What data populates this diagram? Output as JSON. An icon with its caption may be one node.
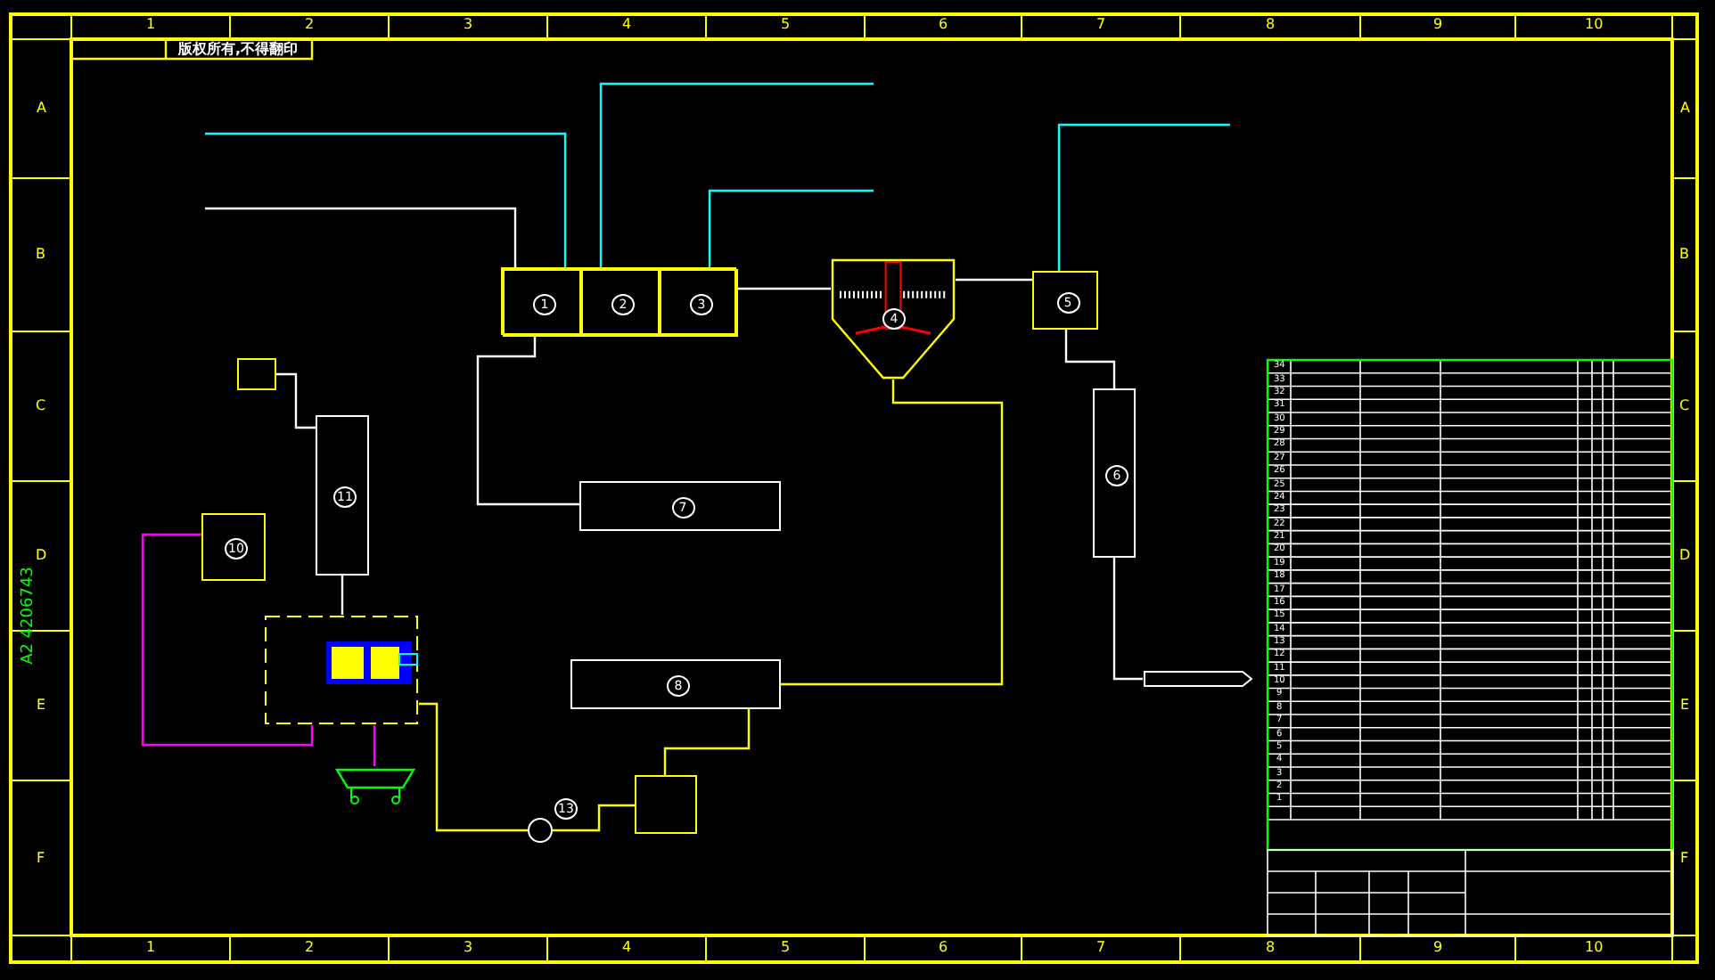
{
  "diagram": {
    "nodes": [
      {
        "text": [],
        "shape": "box"
      },
      {
        "text": [
          "1"
        ],
        "in": 0
      },
      {
        "text": [
          "2"
        ],
        "in": 0
      },
      {
        "text": [
          "3"
        ],
        "in": 0
      },
      {
        "text": [
          "4"
        ]
      },
      {
        "text": [
          "5"
        ]
      },
      {
        "text": [
          "6"
        ]
      },
      {
        "text": [
          "7"
        ]
      },
      {
        "text": [
          "8"
        ]
      },
      {
        "text": [
          "11"
        ]
      },
      {
        "text": [
          "10"
        ]
      },
      {
        "text": [],
        "shape": "picture"
      },
      {
        "text": [],
        "shape": "picture"
      },
      {
        "text": [],
        "shape": "box"
      },
      {
        "text": [
          "13"
        ]
      },
      {
        "text": [],
        "shape": "box"
      },
      {
        "text": [],
        "shape": "box"
      }
    ],
    "edges": [
      {
        "from": null,
        "to": 0,
        "arrow": "none"
      },
      {
        "from": null,
        "to": 1,
        "arrow": "none",
        "color": "#00ffff"
      },
      {
        "from": null,
        "to": 2,
        "arrow": "none",
        "color": "#00ffff"
      },
      {
        "from": null,
        "to": 3,
        "arrow": "none",
        "color": "#00ffff"
      },
      {
        "from": 0,
        "to": 4,
        "arrow": "none"
      },
      {
        "from": 4,
        "to": 5,
        "arrow": "none"
      },
      {
        "from": null,
        "to": 5,
        "arrow": "none",
        "color": "#00ffff"
      },
      {
        "from": 5,
        "to": 6,
        "arrow": "none"
      },
      {
        "from": 6,
        "to": 15,
        "arrow": "none"
      },
      {
        "from": 4,
        "to": 8,
        "arrow": "none",
        "color": "#ffff00"
      },
      {
        "from": 0,
        "to": 7,
        "arrow": "none"
      },
      {
        "from": 9,
        "to": 11,
        "arrow": "none"
      },
      {
        "from": 10,
        "to": 11,
        "arrow": "none",
        "color": "#ff00ff"
      },
      {
        "from": 11,
        "to": 12,
        "arrow": "none",
        "color": "#ff00ff"
      },
      {
        "from": 11,
        "to": 14,
        "arrow": "none",
        "color": "#ffff00"
      },
      {
        "from": 14,
        "to": 13,
        "arrow": "none",
        "color": "#ffff00"
      },
      {
        "from": 8,
        "to": 13,
        "arrow": "none",
        "color": "#ffff00"
      },
      {
        "from": 16,
        "to": 9,
        "arrow": "none"
      }
    ],
    "labels": [
      "版权所有,不得翻印",
      "A2 4206743",
      "1",
      "2",
      "3",
      "4",
      "5",
      "6",
      "7",
      "8",
      "9",
      "10",
      "1",
      "2",
      "3",
      "4",
      "5",
      "6",
      "7",
      "8",
      "9",
      "10",
      "A",
      "B",
      "C",
      "D",
      "E",
      "F",
      "A",
      "B",
      "C",
      "D",
      "E",
      "F",
      "34",
      "33",
      "32",
      "31",
      "30",
      "29",
      "28",
      "27",
      "26",
      "25",
      "24",
      "23",
      "22",
      "21",
      "20",
      "19",
      "18",
      "17",
      "16",
      "15",
      "14",
      "13",
      "12",
      "11",
      "10",
      "9",
      "8",
      "7",
      "6",
      "5",
      "4",
      "3",
      "2",
      "1"
    ]
  }
}
